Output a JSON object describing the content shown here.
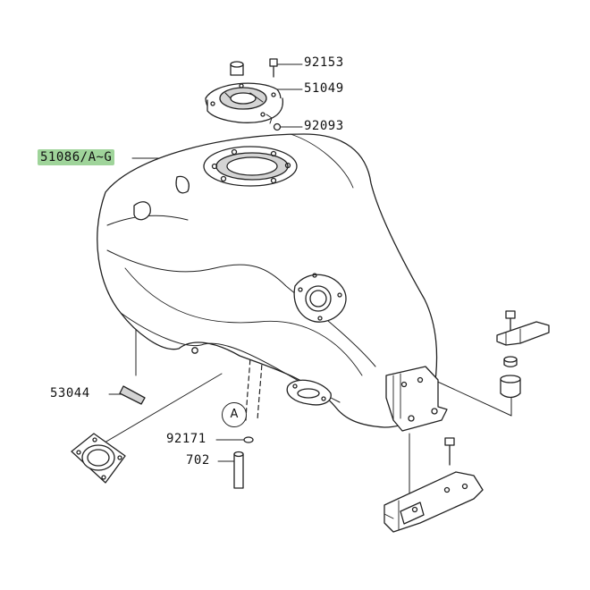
{
  "labels": {
    "p92153": "92153",
    "p51049": "51049",
    "p92093": "92093",
    "p51086": "51086/A~G",
    "p53044": "53044",
    "p92171": "92171",
    "p702": "702"
  },
  "callouts": {
    "a": "A"
  },
  "colors": {
    "highlight": "#9fd49a",
    "line": "#222222",
    "shade": "#d4d4d4",
    "fill": "#ffffff"
  }
}
